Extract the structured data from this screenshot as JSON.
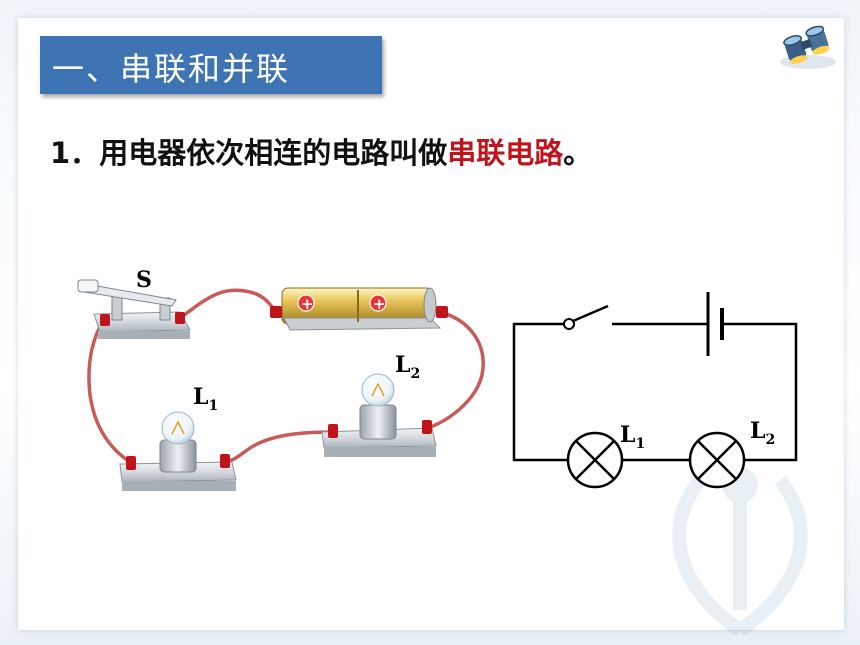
{
  "slide": {
    "heading": "一、串联和并联",
    "point_number": "1．",
    "point_text_before": "用电器依次相连的电路叫做",
    "point_highlight": "串联电路",
    "point_text_after": "。"
  },
  "physical_circuit": {
    "switch_label": "S",
    "bulb1_label": "L",
    "bulb1_sub": "1",
    "bulb2_label": "L",
    "bulb2_sub": "2",
    "battery_symbol": "+"
  },
  "schematic": {
    "bulb1_label": "L",
    "bulb1_sub": "1",
    "bulb2_label": "L",
    "bulb2_sub": "2"
  },
  "colors": {
    "title_bg": "#3f74b4",
    "highlight": "#c0141c",
    "wire": "#c85a5a"
  },
  "icons": [
    "binoculars-icon",
    "watermark-logo"
  ]
}
